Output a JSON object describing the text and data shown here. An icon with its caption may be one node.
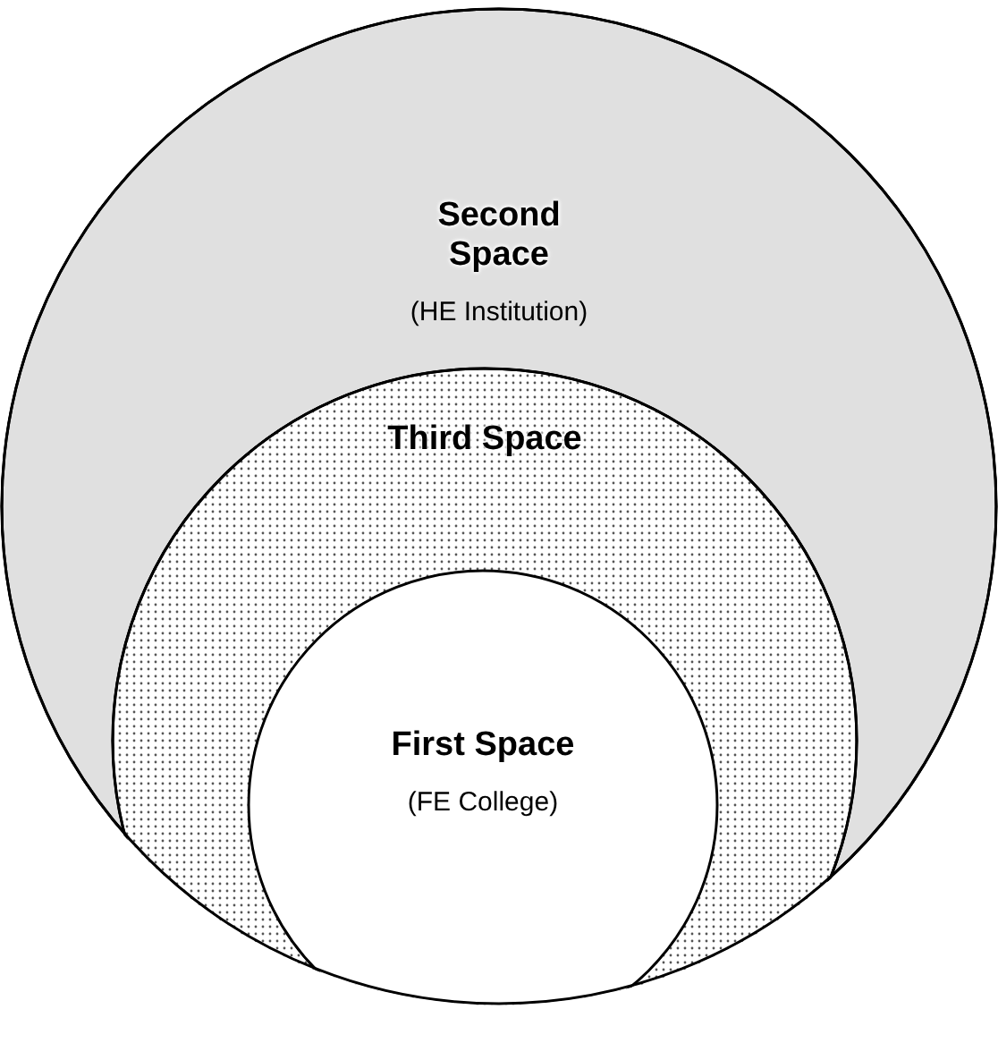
{
  "diagram": {
    "nodes": [
      {
        "text": [
          "Second Space",
          "(HE Institution)"
        ]
      },
      {
        "text": [
          "Third Space"
        ],
        "in": 0
      },
      {
        "text": [
          "First Space",
          "(FE College)"
        ],
        "in": 1
      }
    ]
  }
}
